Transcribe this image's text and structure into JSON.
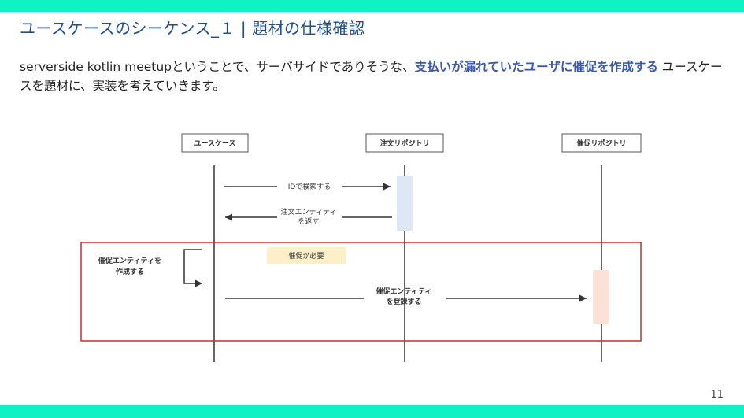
{
  "slide": {
    "title": "ユースケースのシーケンス_１ | 題材の仕様確認",
    "body_before": "serverside kotlin meetupということで、サーバサイドでありそうな、",
    "body_highlight": "支払いが漏れていたユーザに催促を作成する",
    "body_after": " ユースケースを題材に、実装を考えていきます。",
    "page_number": "11"
  },
  "diagram": {
    "participants": [
      "ユースケース",
      "注文リポジトリ",
      "催促リポジトリ"
    ],
    "messages": {
      "m1": "IDで検索する",
      "m2_line1": "注文エンティティ",
      "m2_line2": "を返す",
      "self_line1": "催促エンティティを",
      "self_line2": "作成する",
      "note": "催促が必要",
      "m3_line1": "催促エンティティ",
      "m3_line2": "を登録する"
    },
    "colors": {
      "highlight_box": "#cc2b2b",
      "order_activation": "#dde8f4",
      "reminder_activation": "#fbe2d4",
      "note_bg": "#fdf0c8",
      "accent_bar": "#10f2c4"
    }
  }
}
